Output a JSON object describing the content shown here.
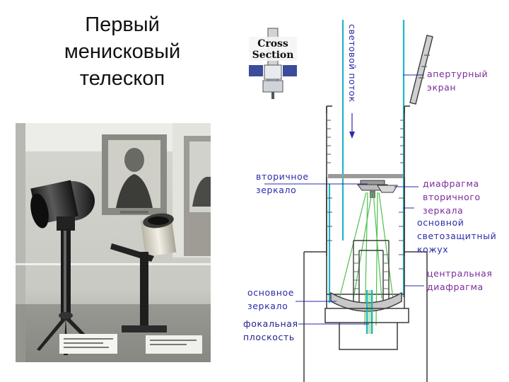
{
  "title": {
    "line1": "Первый",
    "line2": "менисковый",
    "line3": "телескоп"
  },
  "badge": {
    "line1": "Cross",
    "line2": "Section"
  },
  "labels": {
    "light_flow": "световой поток",
    "aperture_screen": [
      "апертурный",
      "экран"
    ],
    "secondary_mirror": [
      "вторичное",
      "зеркало"
    ],
    "secondary_diaphragm": [
      "диафрагма",
      "вторичного",
      "зеркала"
    ],
    "main_hood": [
      "основной",
      "светозащитный",
      "кожух"
    ],
    "central_diaphragm": [
      "центральная",
      "диафрагма"
    ],
    "primary_mirror": [
      "основное",
      "зеркало"
    ],
    "focal_plane": [
      "фокальная",
      "плоскость"
    ]
  },
  "colors": {
    "label_blue": "#2b2ba8",
    "label_purple": "#7a2a9a",
    "light_ray": "#1fb5c8",
    "inner_ray": "#4ec04e",
    "outline": "#3a3a3a"
  }
}
